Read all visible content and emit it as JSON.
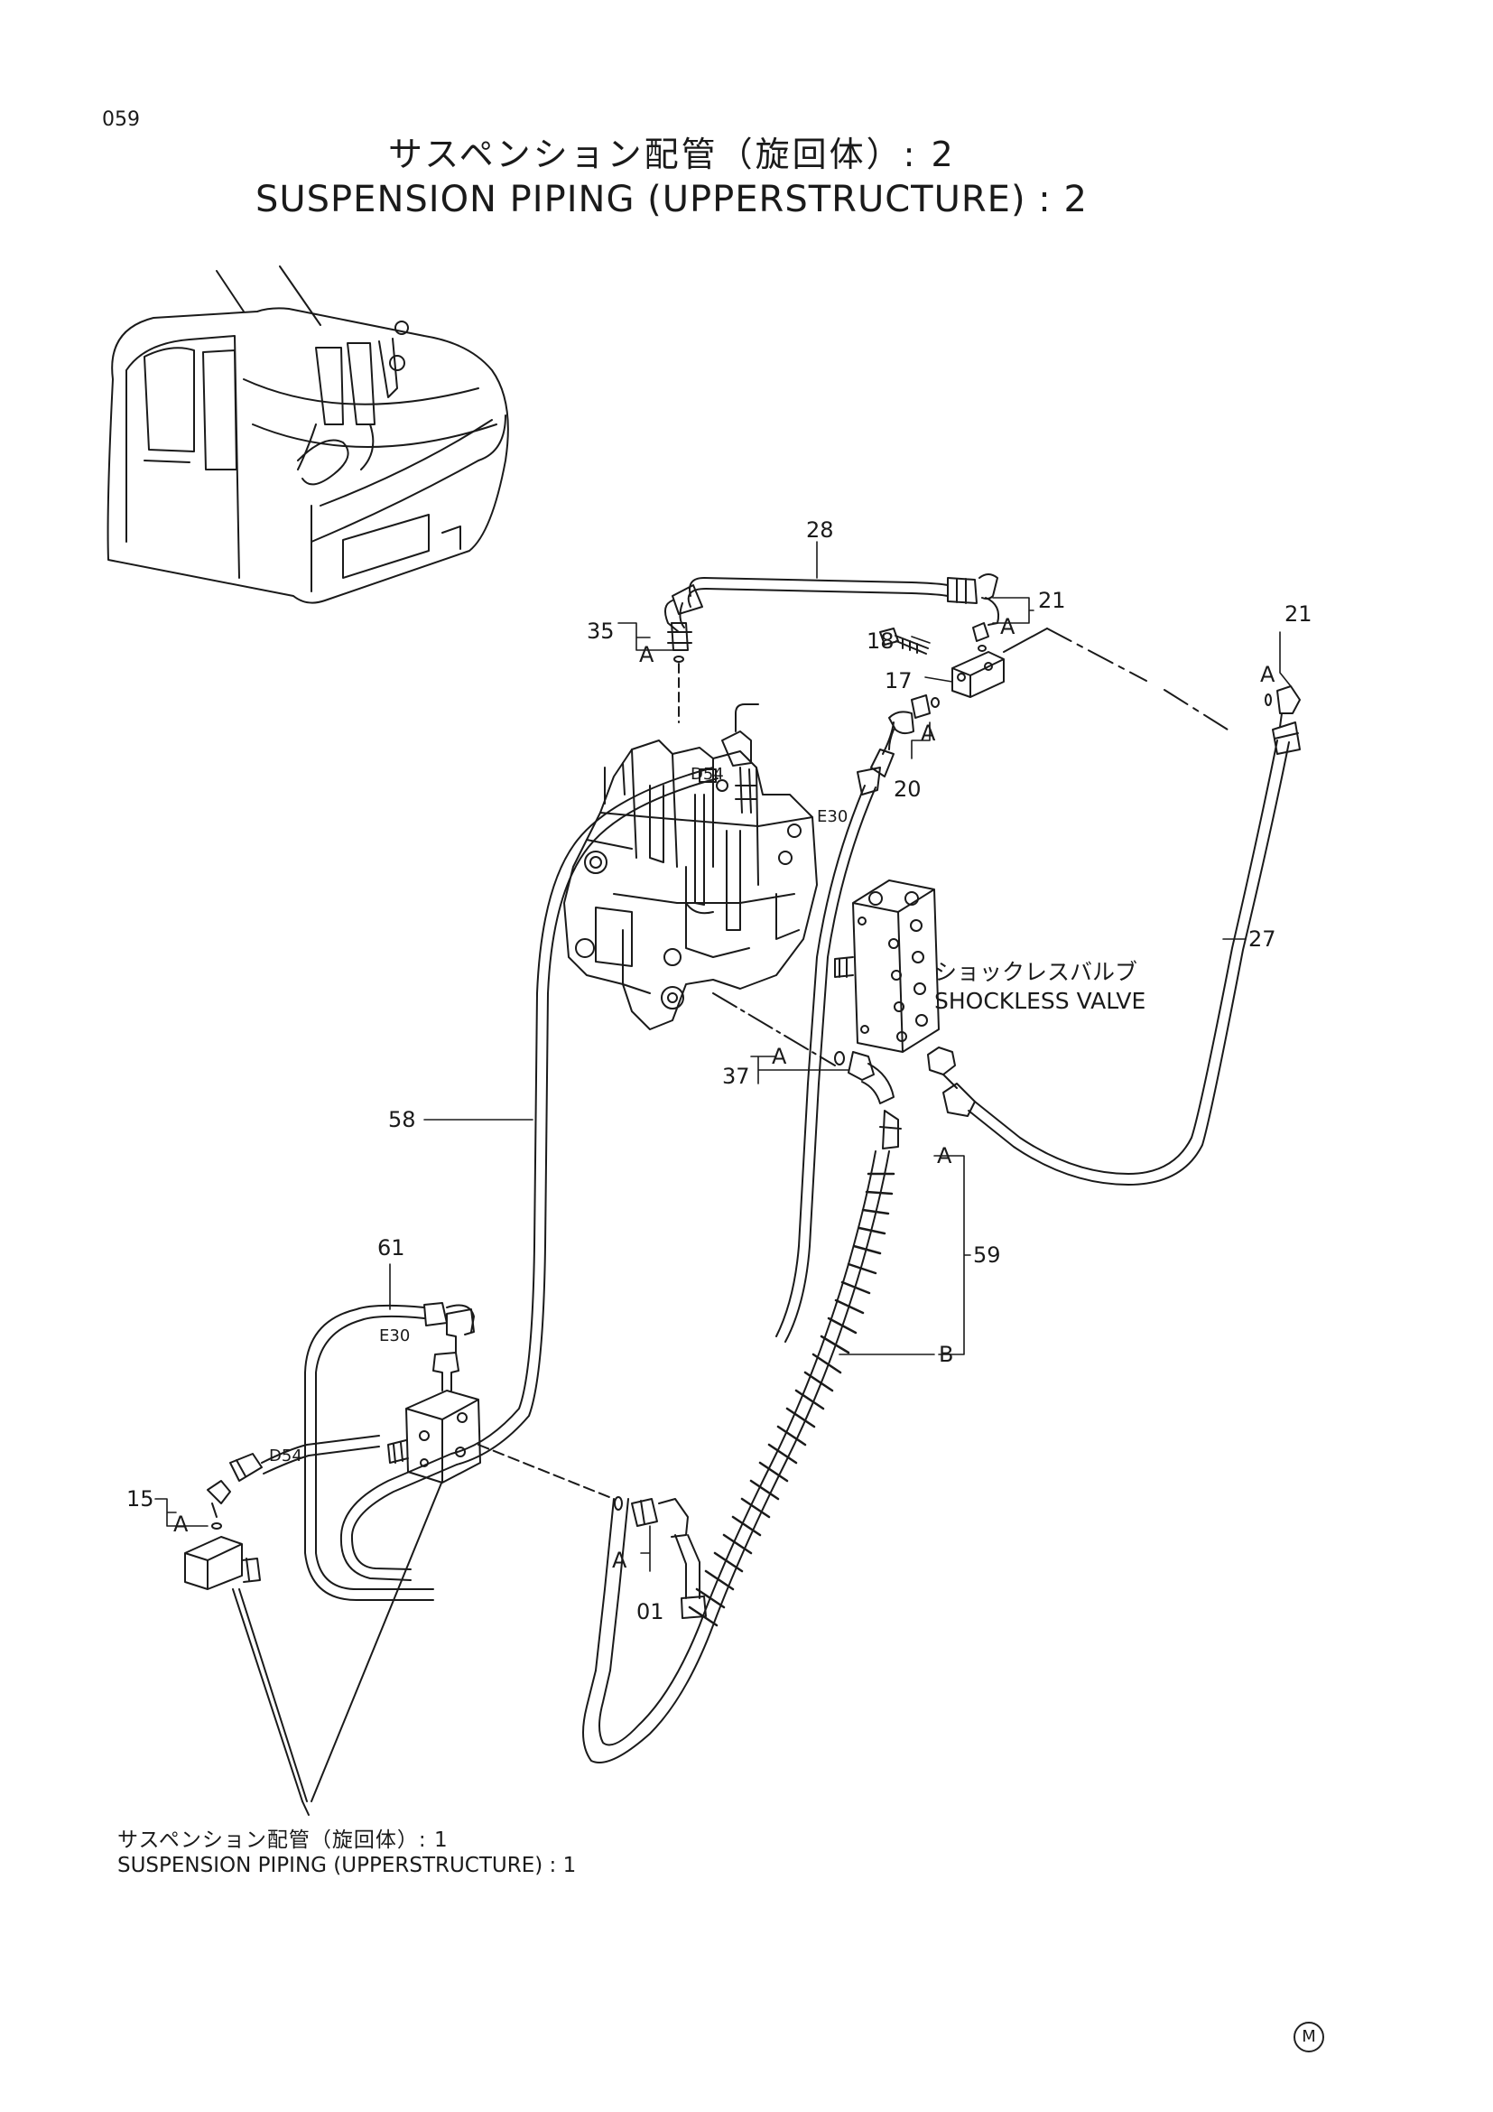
{
  "page_number": "059",
  "title_jp": "サスペンション配管（旋回体）: 2",
  "title_en": "SUSPENSION PIPING (UPPERSTRUCTURE) : 2",
  "callouts": {
    "c28": "28",
    "c21a": "21",
    "c21b": "21",
    "c18": "18",
    "c17": "17",
    "c20": "20",
    "c35": "35",
    "c27": "27",
    "c37": "37",
    "c58": "58",
    "c59": "59",
    "c61": "61",
    "c15": "15",
    "c01": "01"
  },
  "markers": {
    "a35": "A",
    "a21a": "A",
    "a20": "A",
    "a21b": "A",
    "a37": "A",
    "a59": "A",
    "b59": "B",
    "a15": "A",
    "a01": "A"
  },
  "codes": {
    "d54_top": "D54",
    "e30_top": "E30",
    "e30_left": "E30",
    "d54_left": "D54"
  },
  "shockless_valve": {
    "label_jp": "ショックレスバルブ",
    "label_en": "SHOCKLESS VALVE"
  },
  "reference": {
    "label_jp": "サスペンション配管（旋回体）: 1",
    "label_en": "SUSPENSION PIPING (UPPERSTRUCTURE) : 1"
  },
  "maker_mark": "M"
}
